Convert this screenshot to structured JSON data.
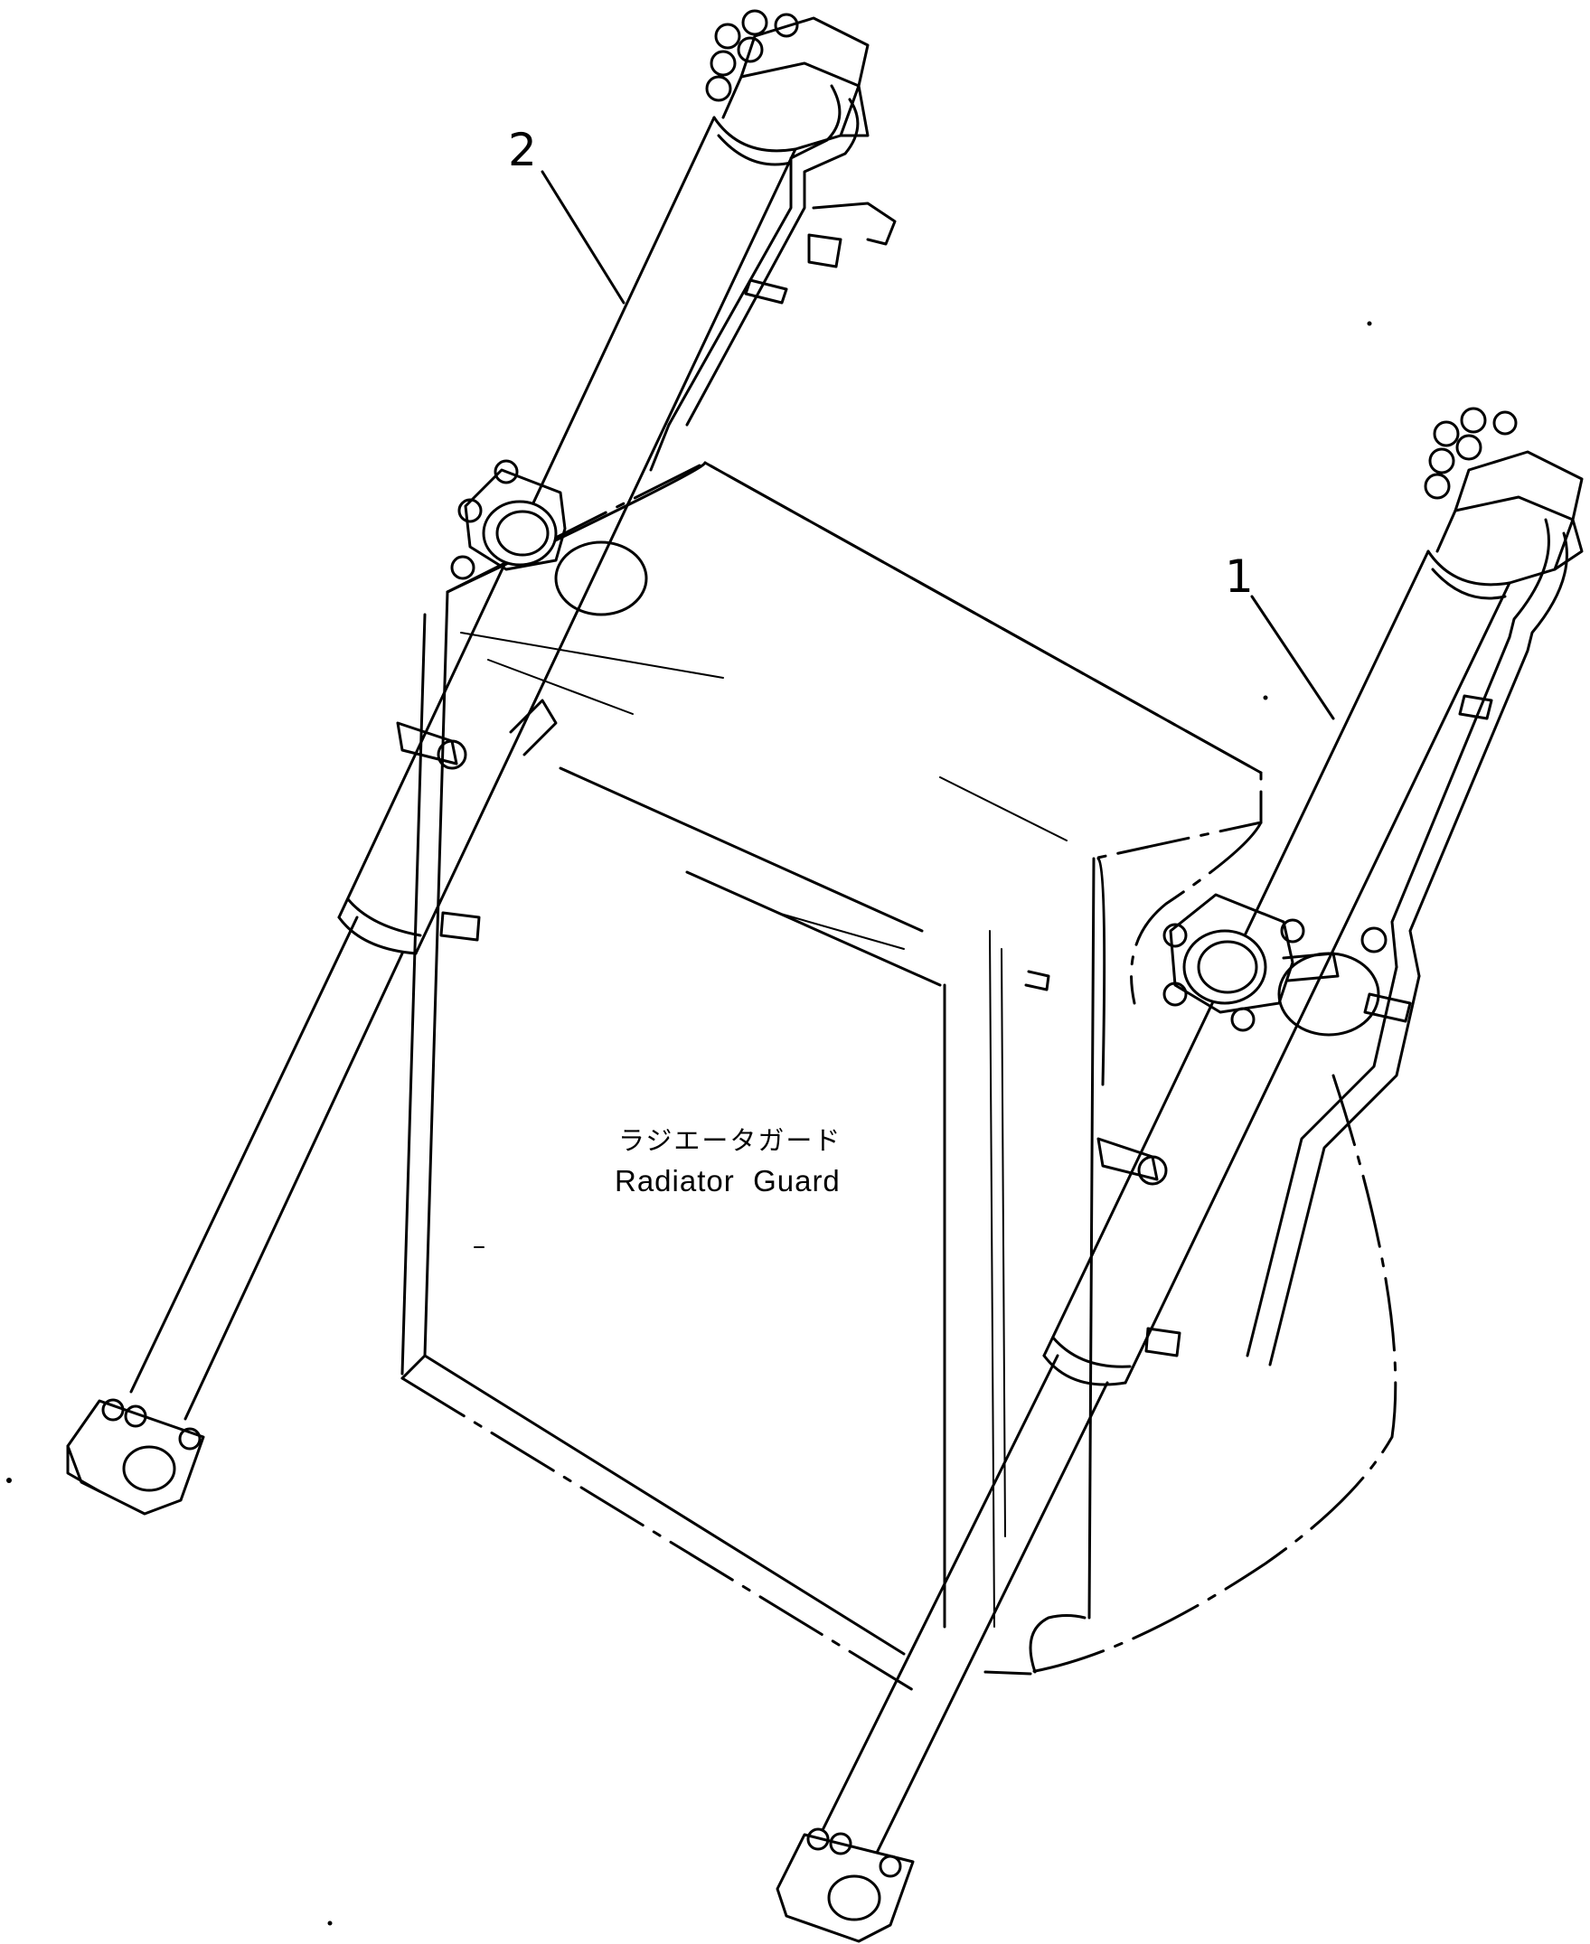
{
  "callouts": {
    "item_1": "1",
    "item_2": "2"
  },
  "guard_label": {
    "japanese": "ラジエータガード",
    "english": "Radiator  Guard"
  },
  "line_color": "#000000",
  "background_color": "#ffffff"
}
